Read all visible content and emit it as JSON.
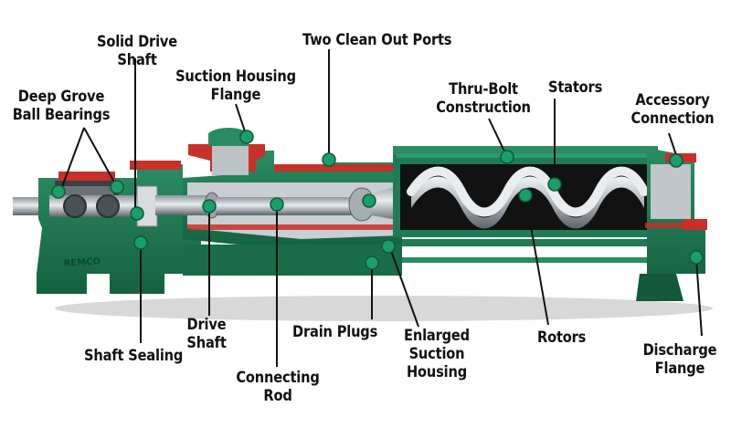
{
  "diagram": {
    "labels": {
      "solid_drive_shaft": [
        "Solid Drive",
        "Shaft"
      ],
      "deep_grove_ball_bearings": [
        "Deep Grove",
        "Ball Bearings"
      ],
      "suction_housing_flange": [
        "Suction Housing",
        "Flange"
      ],
      "two_clean_out_ports": "Two Clean Out Ports",
      "thru_bolt_construction": [
        "Thru-Bolt",
        "Construction"
      ],
      "stators": "Stators",
      "accessory_connection": [
        "Accessory",
        "Connection"
      ],
      "drive_shaft": [
        "Drive",
        "Shaft"
      ],
      "shaft_sealing": "Shaft Sealing",
      "connecting_rod": [
        "Connecting",
        "Rod"
      ],
      "drain_plugs": "Drain Plugs",
      "enlarged_suction_housing": [
        "Enlarged",
        "Suction",
        "Housing"
      ],
      "rotors": "Rotors",
      "discharge_flange": [
        "Discharge",
        "Flange"
      ]
    },
    "logo_text": "REMCO",
    "colors": {
      "casing": "#1f7a55",
      "casing_dark": "#135838",
      "section_red": "#c8302a",
      "marker": "#1a9e6a",
      "leader": "#111111"
    }
  }
}
